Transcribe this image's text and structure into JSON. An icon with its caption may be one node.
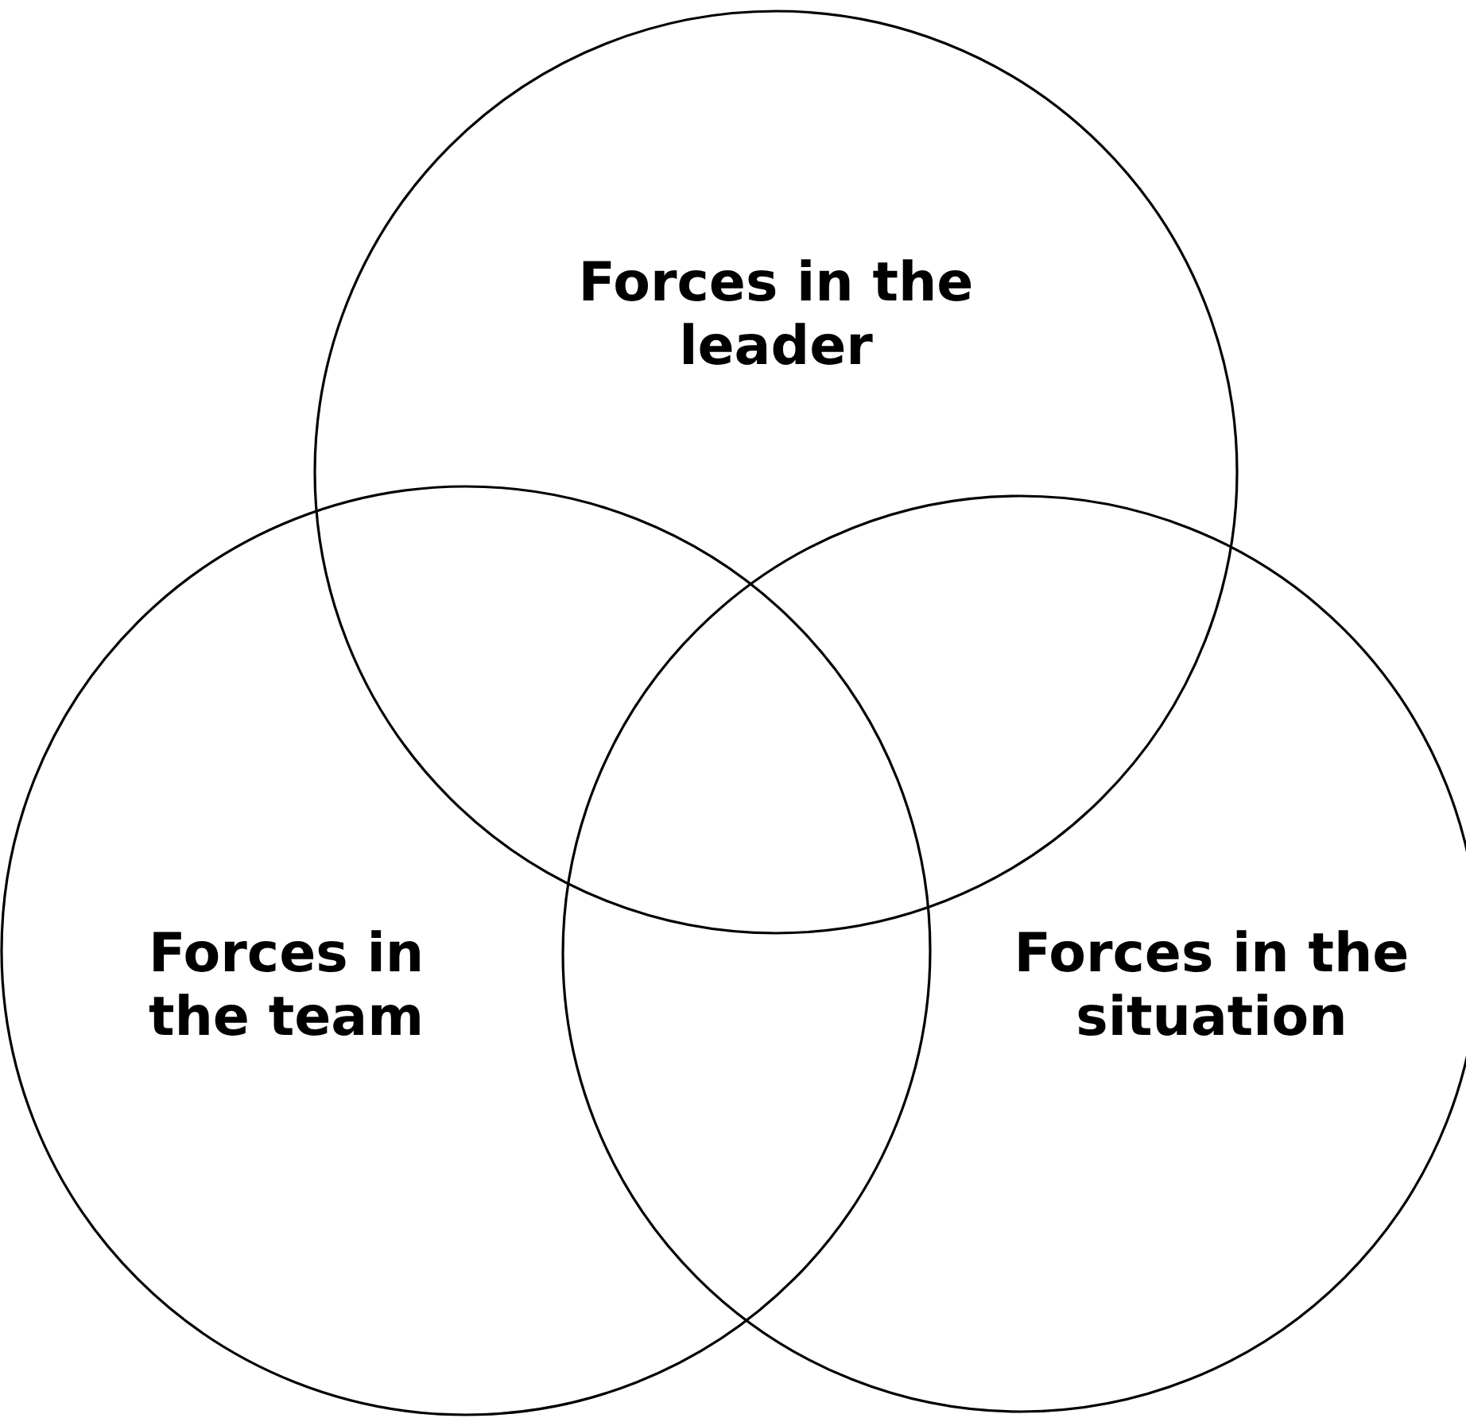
{
  "diagram": {
    "nodes": [
      {
        "text": [
          "Forces in the leader"
        ]
      },
      {
        "text": [
          "Forces in the team"
        ]
      },
      {
        "text": [
          "Forces in the situation"
        ]
      }
    ]
  }
}
